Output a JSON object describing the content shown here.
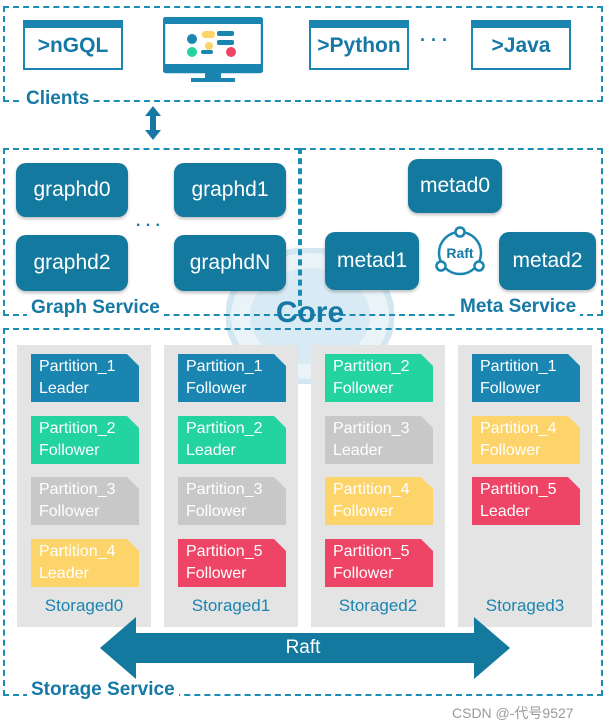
{
  "clients": {
    "label": "Clients",
    "ngql": ">nGQL",
    "python": ">Python",
    "ellipsis": "· · ·",
    "java": ">Java"
  },
  "graph_service": {
    "label": "Graph Service",
    "nodes": [
      "graphd0",
      "graphd1",
      "graphd2",
      "graphdN"
    ],
    "ellipsis": "· · ·"
  },
  "meta_service": {
    "label": "Meta Service",
    "nodes": [
      "metad0",
      "metad1",
      "metad2"
    ],
    "raft_label": "Raft"
  },
  "core_label": "Core",
  "storage_service": {
    "label": "Storage Service",
    "raft_label": "Raft",
    "colors": {
      "blue": "#1a85b0",
      "green": "#23d3a0",
      "gray": "#c8c8c8",
      "yellow": "#fdd46a",
      "red": "#ee4466"
    },
    "columns": [
      {
        "name": "Storaged0",
        "partitions": [
          {
            "name": "Partition_1",
            "role": "Leader",
            "color": "blue"
          },
          {
            "name": "Partition_2",
            "role": "Follower",
            "color": "green"
          },
          {
            "name": "Partition_3",
            "role": "Follower",
            "color": "gray"
          },
          {
            "name": "Partition_4",
            "role": "Leader",
            "color": "yellow"
          }
        ]
      },
      {
        "name": "Storaged1",
        "partitions": [
          {
            "name": "Partition_1",
            "role": "Follower",
            "color": "blue"
          },
          {
            "name": "Partition_2",
            "role": "Leader",
            "color": "green"
          },
          {
            "name": "Partition_3",
            "role": "Follower",
            "color": "gray"
          },
          {
            "name": "Partition_5",
            "role": "Follower",
            "color": "red"
          }
        ]
      },
      {
        "name": "Storaged2",
        "partitions": [
          {
            "name": "Partition_2",
            "role": "Follower",
            "color": "green"
          },
          {
            "name": "Partition_3",
            "role": "Leader",
            "color": "gray"
          },
          {
            "name": "Partition_4",
            "role": "Follower",
            "color": "yellow"
          },
          {
            "name": "Partition_5",
            "role": "Follower",
            "color": "red"
          }
        ]
      },
      {
        "name": "Storaged3",
        "partitions": [
          {
            "name": "Partition_1",
            "role": "Follower",
            "color": "blue"
          },
          {
            "name": "Partition_4",
            "role": "Follower",
            "color": "yellow"
          },
          {
            "name": "Partition_5",
            "role": "Leader",
            "color": "red"
          }
        ]
      }
    ]
  },
  "watermark": "CSDN @-代号9527"
}
